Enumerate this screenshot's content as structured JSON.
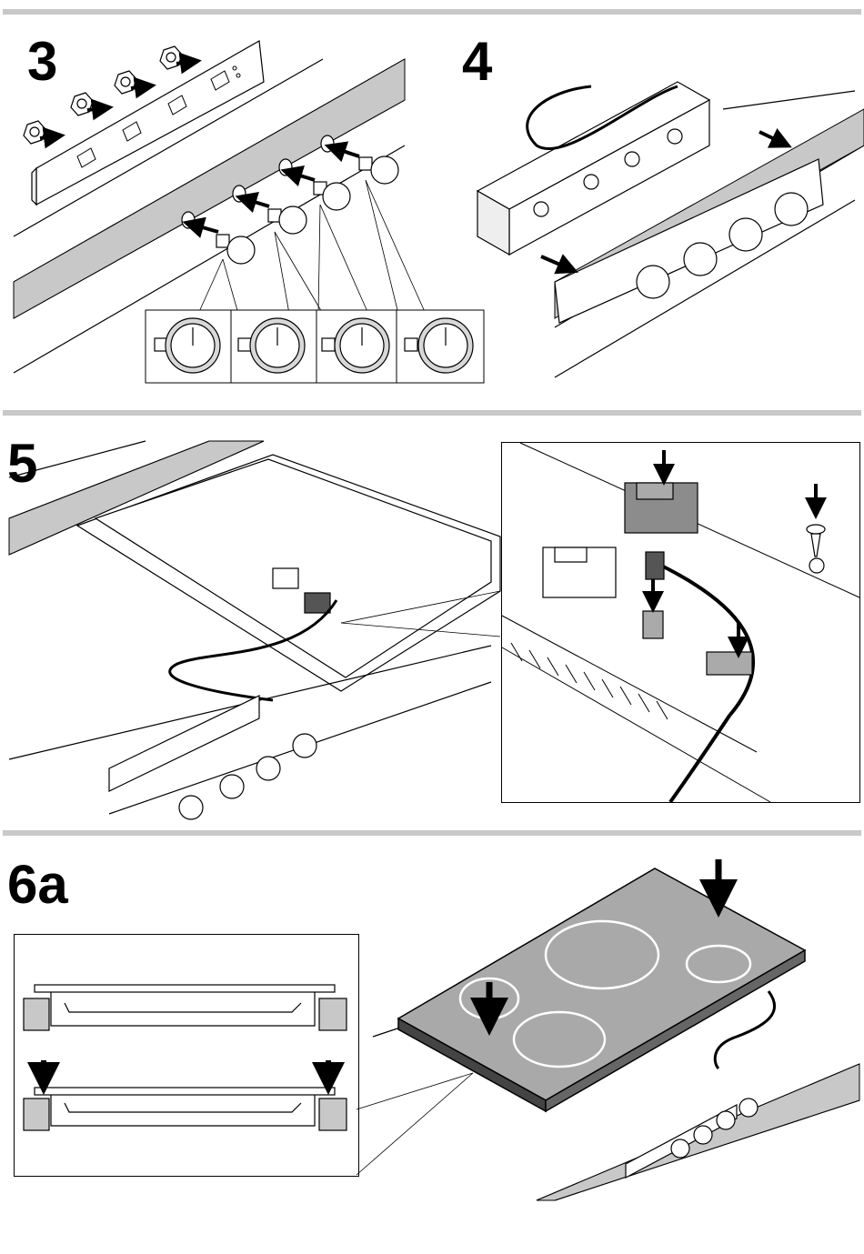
{
  "steps": {
    "s3": "3",
    "s4": "4",
    "s5": "5",
    "s6a": "6a"
  },
  "colors": {
    "divider": "#c8c8c8",
    "hob_surface": "#a9a9a9",
    "line": "#000000",
    "part_gray": "#8c8c8c"
  },
  "icons": {
    "arrow": "arrow-icon",
    "knob": "control-knob-icon",
    "screw": "screw-icon"
  }
}
